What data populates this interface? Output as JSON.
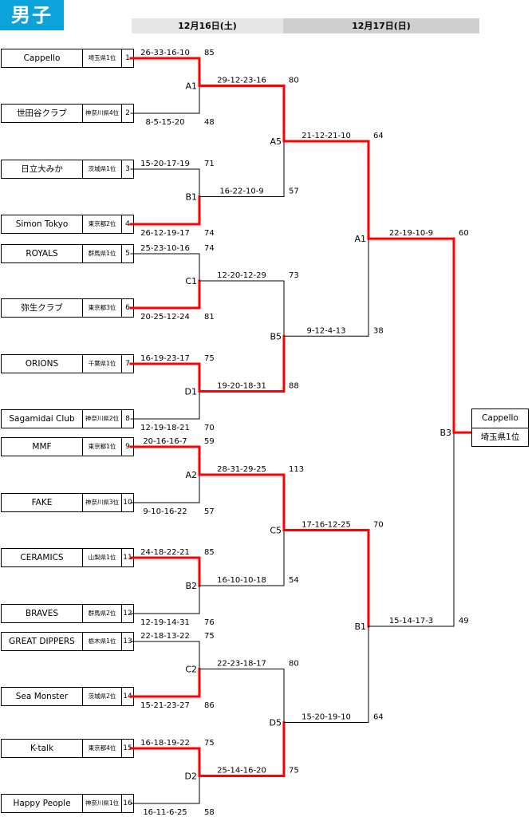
{
  "title": "男子",
  "days": [
    "12月16日(土)",
    "12月17日(日)"
  ],
  "teams": [
    {
      "name": "Cappello",
      "pref": "埼玉県1位",
      "seed": "1"
    },
    {
      "name": "世田谷クラブ",
      "pref": "神奈川県4位",
      "seed": "2"
    },
    {
      "name": "日立大みか",
      "pref": "茨城県1位",
      "seed": "3"
    },
    {
      "name": "Simon Tokyo",
      "pref": "東京都2位",
      "seed": "4"
    },
    {
      "name": "ROYALS",
      "pref": "群馬県1位",
      "seed": "5"
    },
    {
      "name": "弥生クラブ",
      "pref": "東京都3位",
      "seed": "6"
    },
    {
      "name": "ORIONS",
      "pref": "千葉県1位",
      "seed": "7"
    },
    {
      "name": "Sagamidai  Club",
      "pref": "神奈川県2位",
      "seed": "8"
    },
    {
      "name": "MMF",
      "pref": "東京都1位",
      "seed": "9"
    },
    {
      "name": "FAKE",
      "pref": "神奈川県3位",
      "seed": "10"
    },
    {
      "name": "CERAMICS",
      "pref": "山梨県1位",
      "seed": "11"
    },
    {
      "name": "BRAVES",
      "pref": "群馬県2位",
      "seed": "12"
    },
    {
      "name": "GREAT  DIPPERS",
      "pref": "栃木県1位",
      "seed": "13"
    },
    {
      "name": "Sea  Monster",
      "pref": "茨城県2位",
      "seed": "14"
    },
    {
      "name": "K-talk",
      "pref": "東京都4位",
      "seed": "15"
    },
    {
      "name": "Happy  People",
      "pref": "神奈川県1位",
      "seed": "16"
    }
  ],
  "round1": [
    {
      "label": "A1",
      "top": {
        "sets": "26-33-16-10",
        "total": "85"
      },
      "bottom": {
        "sets": "8-5-15-20",
        "total": "48"
      },
      "winner": "top"
    },
    {
      "label": "B1",
      "top": {
        "sets": "15-20-17-19",
        "total": "71"
      },
      "bottom": {
        "sets": "26-12-19-17",
        "total": "74"
      },
      "winner": "bottom"
    },
    {
      "label": "C1",
      "top": {
        "sets": "25-23-10-16",
        "total": "74"
      },
      "bottom": {
        "sets": "20-25-12-24",
        "total": "81"
      },
      "winner": "bottom"
    },
    {
      "label": "D1",
      "top": {
        "sets": "16-19-23-17",
        "total": "75"
      },
      "bottom": {
        "sets": "12-19-18-21",
        "total": "70"
      },
      "winner": "top"
    },
    {
      "label": "A2",
      "top": {
        "sets": "20-16-16-7",
        "total": "59"
      },
      "bottom": {
        "sets": "9-10-16-22",
        "total": "57"
      },
      "winner": "top"
    },
    {
      "label": "B2",
      "top": {
        "sets": "24-18-22-21",
        "total": "85"
      },
      "bottom": {
        "sets": "12-19-14-31",
        "total": "76"
      },
      "winner": "top"
    },
    {
      "label": "C2",
      "top": {
        "sets": "22-18-13-22",
        "total": "75"
      },
      "bottom": {
        "sets": "15-21-23-27",
        "total": "86"
      },
      "winner": "bottom"
    },
    {
      "label": "D2",
      "top": {
        "sets": "16-18-19-22",
        "total": "75"
      },
      "bottom": {
        "sets": "16-11-6-25",
        "total": "58"
      },
      "winner": "top"
    }
  ],
  "round2": [
    {
      "label": "A5",
      "top": {
        "sets": "29-12-23-16",
        "total": "80"
      },
      "bottom": {
        "sets": "16-22-10-9",
        "total": "57"
      },
      "winner": "top"
    },
    {
      "label": "B5",
      "top": {
        "sets": "12-20-12-29",
        "total": "73"
      },
      "bottom": {
        "sets": "19-20-18-31",
        "total": "88"
      },
      "winner": "bottom"
    },
    {
      "label": "C5",
      "top": {
        "sets": "28-31-29-25",
        "total": "113"
      },
      "bottom": {
        "sets": "16-10-10-18",
        "total": "54"
      },
      "winner": "top"
    },
    {
      "label": "D5",
      "top": {
        "sets": "22-23-18-17",
        "total": "80"
      },
      "bottom": {
        "sets": "25-14-16-20",
        "total": "75"
      },
      "winner": "bottom"
    }
  ],
  "round3": [
    {
      "label": "A1",
      "top": {
        "sets": "21-12-21-10",
        "total": "64"
      },
      "bottom": {
        "sets": "9-12-4-13",
        "total": "38"
      },
      "winner": "top"
    },
    {
      "label": "B1",
      "top": {
        "sets": "17-16-12-25",
        "total": "70"
      },
      "bottom": {
        "sets": "15-20-19-10",
        "total": "64"
      },
      "winner": "top"
    }
  ],
  "final": {
    "label": "B3",
    "top": {
      "sets": "22-19-10-9",
      "total": "60"
    },
    "bottom": {
      "sets": "15-14-17-3",
      "total": "49"
    },
    "winner": "top"
  },
  "champion": {
    "name": "Cappello",
    "pref": "埼玉県1位"
  },
  "colors": {
    "title_bg": "#0ca2dc",
    "winner_line": "#ff0000",
    "line": "#000000"
  }
}
